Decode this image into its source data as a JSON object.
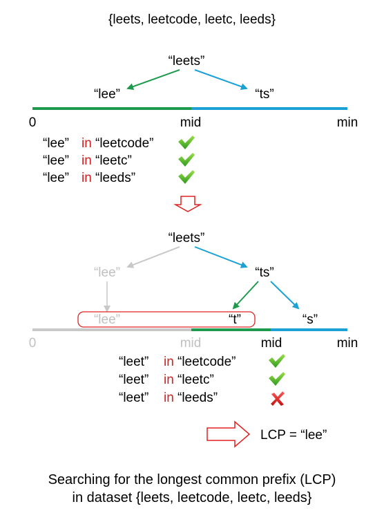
{
  "header": {
    "set_text": "{leets, leetcode, leetc, leeds}"
  },
  "step1": {
    "root": "“leets”",
    "left": "“lee”",
    "right": "“ts”",
    "axis": {
      "zero": "0",
      "mid": "mid",
      "min": "min"
    },
    "checks": [
      {
        "prefix": "“lee”",
        "word": "in",
        "target": "“leetcode”",
        "result": "pass"
      },
      {
        "prefix": "“lee”",
        "word": "in",
        "target": "“leetc”",
        "result": "pass"
      },
      {
        "prefix": "“lee”",
        "word": "in",
        "target": "“leeds”",
        "result": "pass"
      }
    ]
  },
  "step2": {
    "root": "“leets”",
    "left": "“lee”",
    "right": "“ts”",
    "carried": "“lee”",
    "right_left": "“t”",
    "right_right": "“s”",
    "axis": {
      "zero": "0",
      "old_mid": "mid",
      "mid": "mid",
      "min": "min"
    },
    "checks": [
      {
        "prefix": "“leet”",
        "word": "in",
        "target": "“leetcode”",
        "result": "pass"
      },
      {
        "prefix": "“leet”",
        "word": "in",
        "target": "“leetc”",
        "result": "pass"
      },
      {
        "prefix": "“leet”",
        "word": "in",
        "target": "“leeds”",
        "result": "fail"
      }
    ]
  },
  "result": {
    "text": "LCP = “lee”"
  },
  "caption": {
    "line1": "Searching for the longest common prefix (LCP)",
    "line2": "in dataset {leets, leetcode, leetc, leeds}"
  },
  "colors": {
    "green": "#1e9a4c",
    "blue": "#1ba1d6",
    "gray": "#c8c8c8",
    "red": "#e02020"
  }
}
